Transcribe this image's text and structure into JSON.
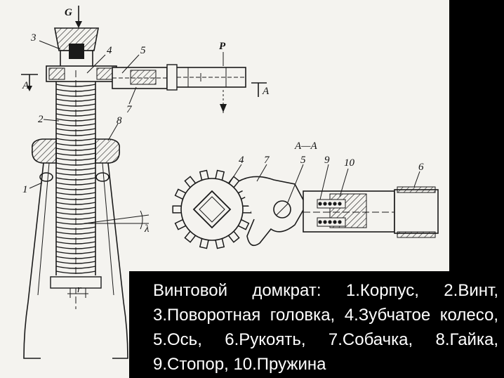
{
  "labels": {
    "G": "G",
    "P": "P",
    "A_left": "A",
    "A_right": "A",
    "section": "A—A",
    "lambda": "λ",
    "r": "r",
    "n1": "1",
    "n2": "2",
    "n3": "3",
    "n4": "4",
    "n5": "5",
    "n7": "7",
    "n8": "8",
    "s4": "4",
    "s7": "7",
    "s5": "5",
    "s9": "9",
    "s10": "10",
    "s6": "6"
  },
  "caption": "Винтовой домкрат: 1.Корпус, 2.Винт, 3.Поворотная головка, 4.Зубчатое колесо, 5.Ось, 6.Рукоять, 7.Собачка, 8.Гайка, 9.Стопор, 10.Пружина"
}
